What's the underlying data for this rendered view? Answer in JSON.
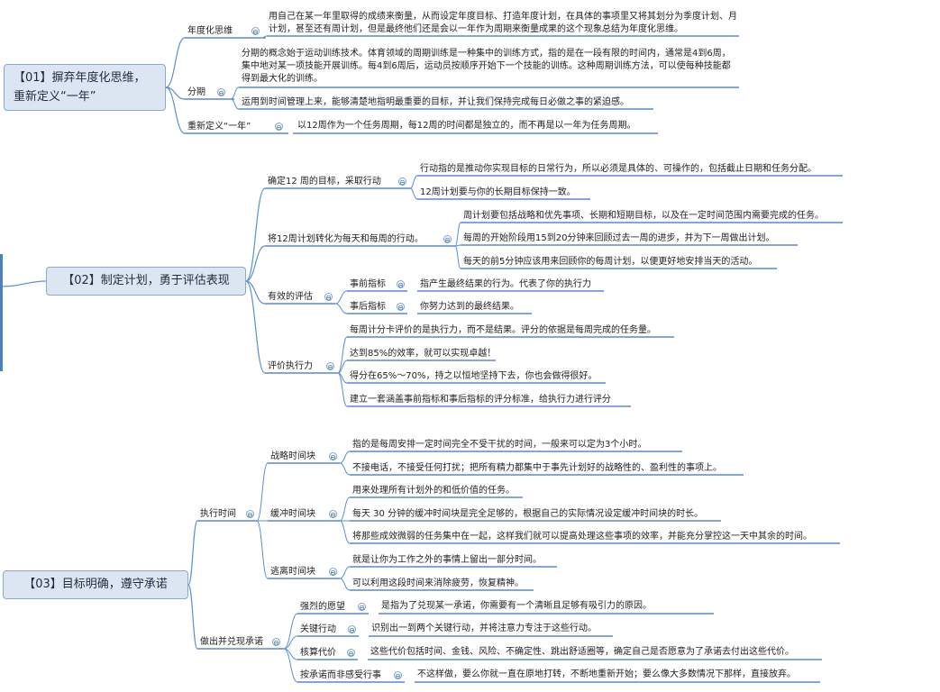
{
  "topics": {
    "t1": "【01】摒弃年度化思维，重新定义“一年”",
    "t2": "【02】制定计划，勇于评估表现",
    "t3": "【03】目标明确，遵守承诺"
  },
  "s1": {
    "annual": "年度化思维",
    "annual_leaf": "用自己在某一年里取得的成绩来衡量，从而设定年度目标、打造年度计划，在具体的事项里又将其划分为季度计划、月计划，甚至还有周计划，但是最终他们还是会以一年作为周期来衡量成果的这个现象总结为年度化思维。",
    "period": "分期",
    "period_leaf1": "分期的概念始于运动训练技术。体育领域的周期训练是一种集中的训练方式，指的是在一段有限的时间内，通常是4到6周，集中地对某一项技能开展训练。每4到6周后，运动员按顺序开始下一个技能的训练。这种周期训练方法，可以使每种技能都得到最大化的训练。",
    "period_leaf2": "运用到时间管理上来，能够清楚地指明最重要的目标，并让我们保持完成每日必做之事的紧迫感。",
    "redefine": "重新定义“一年”",
    "redefine_leaf": "以12周作为一个任务周期，每12周的时间都是独立的，而不再是以一年为任务周期。"
  },
  "s2": {
    "goal": "确定12 周的目标，采取行动",
    "goal_leaf1": "行动指的是推动你实现目标的日常行为，所以必须是具体的、可操作的，包括截止日期和任务分配。",
    "goal_leaf2": "12周计划要与你的长期目标保持一致。",
    "convert": "将12周计划转化为每天和每周的行动。",
    "convert_leaf1": "周计划要包括战略和优先事项、长期和短期目标，以及在一定时间范围内需要完成的任务。",
    "convert_leaf2": "每周的开始阶段用15到20分钟来回顾过去一周的进步，并为下一周做出计划。",
    "convert_leaf3": "每天的前5分钟应该用来回顾你的每周计划，以便更好地安排当天的活动。",
    "eval": "有效的评估",
    "lead": "事前指标",
    "lead_leaf": "指产生最终结果的行为。代表了你的执行力",
    "lag": "事后指标",
    "lag_leaf": "你努力达到的最终结果。",
    "score": "评价执行力",
    "score_leaf1": "每周计分卡评价的是执行力，而不是结果。评分的依据是每周完成的任务量。",
    "score_leaf2": "达到85%的效率，就可以实现卓越！",
    "score_leaf3": "得分在65%～70%，持之以恒地坚持下去，你也会做得很好。",
    "score_leaf4": "建立一套涵盖事前指标和事后指标的评分标准，给执行力进行评分"
  },
  "s3": {
    "exec_time": "执行时间",
    "strategic": "战略时间块",
    "strategic_leaf1": "指的是每周安排一定时间完全不受干扰的时间，一般来可以定为3个小时。",
    "strategic_leaf2": "不接电话，不接受任何打扰；把所有精力都集中于事先计划好的战略性的、盈利性的事项上。",
    "buffer": "缓冲时间块",
    "buffer_leaf1": "用来处理所有计划外的和低价值的任务。",
    "buffer_leaf2": "每天 30 分钟的缓冲时间块是完全足够的，根据自己的实际情况设定缓冲时间块的时长。",
    "buffer_leaf3": "将那些成效微弱的任务集中在一起，这样我们就可以提高处理这些事项的效率，并能充分掌控这一天中其余的时间。",
    "escape": "逃离时间块",
    "escape_leaf1": "就是让你为工作之外的事情上留出一部分时间。",
    "escape_leaf2": "可以利用这段时间来消除疲劳，恢复精神。",
    "commit": "做出并兑现承诺",
    "desire": "强烈的愿望",
    "desire_leaf": "是指为了兑现某一承诺，你需要有一个清晰且足够有吸引力的原因。",
    "key": "关键行动",
    "key_leaf": "识别出一到两个关键行动，并将注意力专注于这些行动。",
    "cost": "核算代价",
    "cost_leaf": "这些代价包括时间、金钱、风险、不确定性、跳出舒适圈等，确定自己是否愿意为了承诺去付出这些代价。",
    "act": "按承诺而非感受行事",
    "act_leaf": "不这样做，要么你就一直在原地打转，不断地重新开始；要么像大多数情况下那样，直接放弃。"
  },
  "collapse_symbol": "⊖",
  "colors": {
    "line": "#5b8fd6",
    "underline": "#3a6fc4",
    "topic_fill": "#dce6f2",
    "topic_border": "#8aa9cf"
  }
}
